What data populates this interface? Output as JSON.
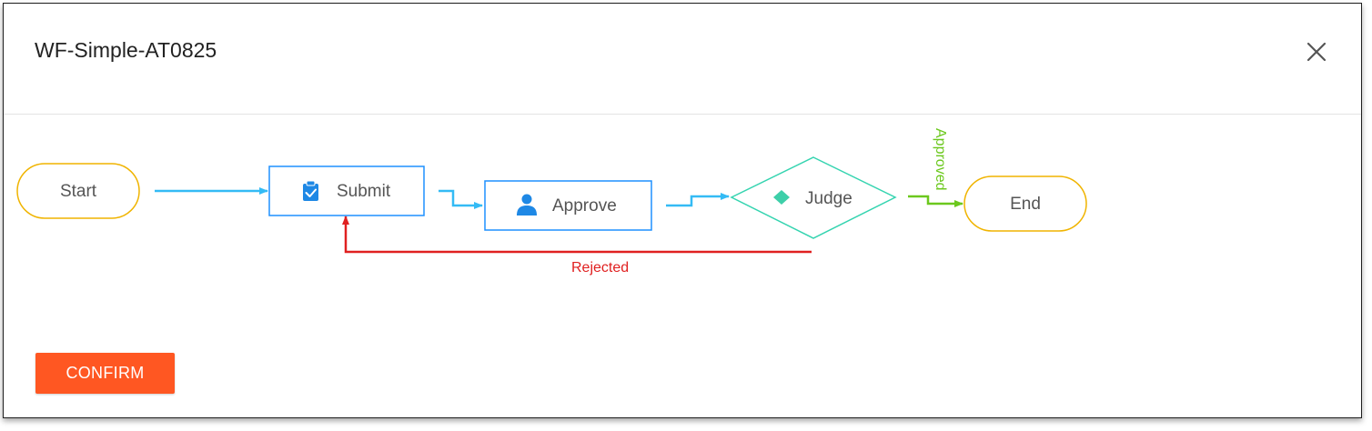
{
  "dialog": {
    "title": "WF-Simple-AT0825",
    "confirm_label": "CONFIRM"
  },
  "icons": {
    "close": "close-icon",
    "submit": "clipboard-check-icon",
    "approve": "person-icon",
    "judge": "diamond-icon"
  },
  "diagram": {
    "nodes": {
      "start": "Start",
      "submit": "Submit",
      "approve": "Approve",
      "judge": "Judge",
      "end": "End"
    },
    "edges": {
      "rejected": "Rejected",
      "approved": "Approved"
    }
  },
  "colors": {
    "terminal_border": "#f0b400",
    "task_border": "#1e90ff",
    "flow_line": "#34bbf5",
    "gateway_border": "#35d4b0",
    "gateway_icon": "#3ecfa9",
    "task_icon": "#1e88e5",
    "rejected": "#e02020",
    "approved": "#6cc81e",
    "confirm_button": "#ff5722"
  }
}
